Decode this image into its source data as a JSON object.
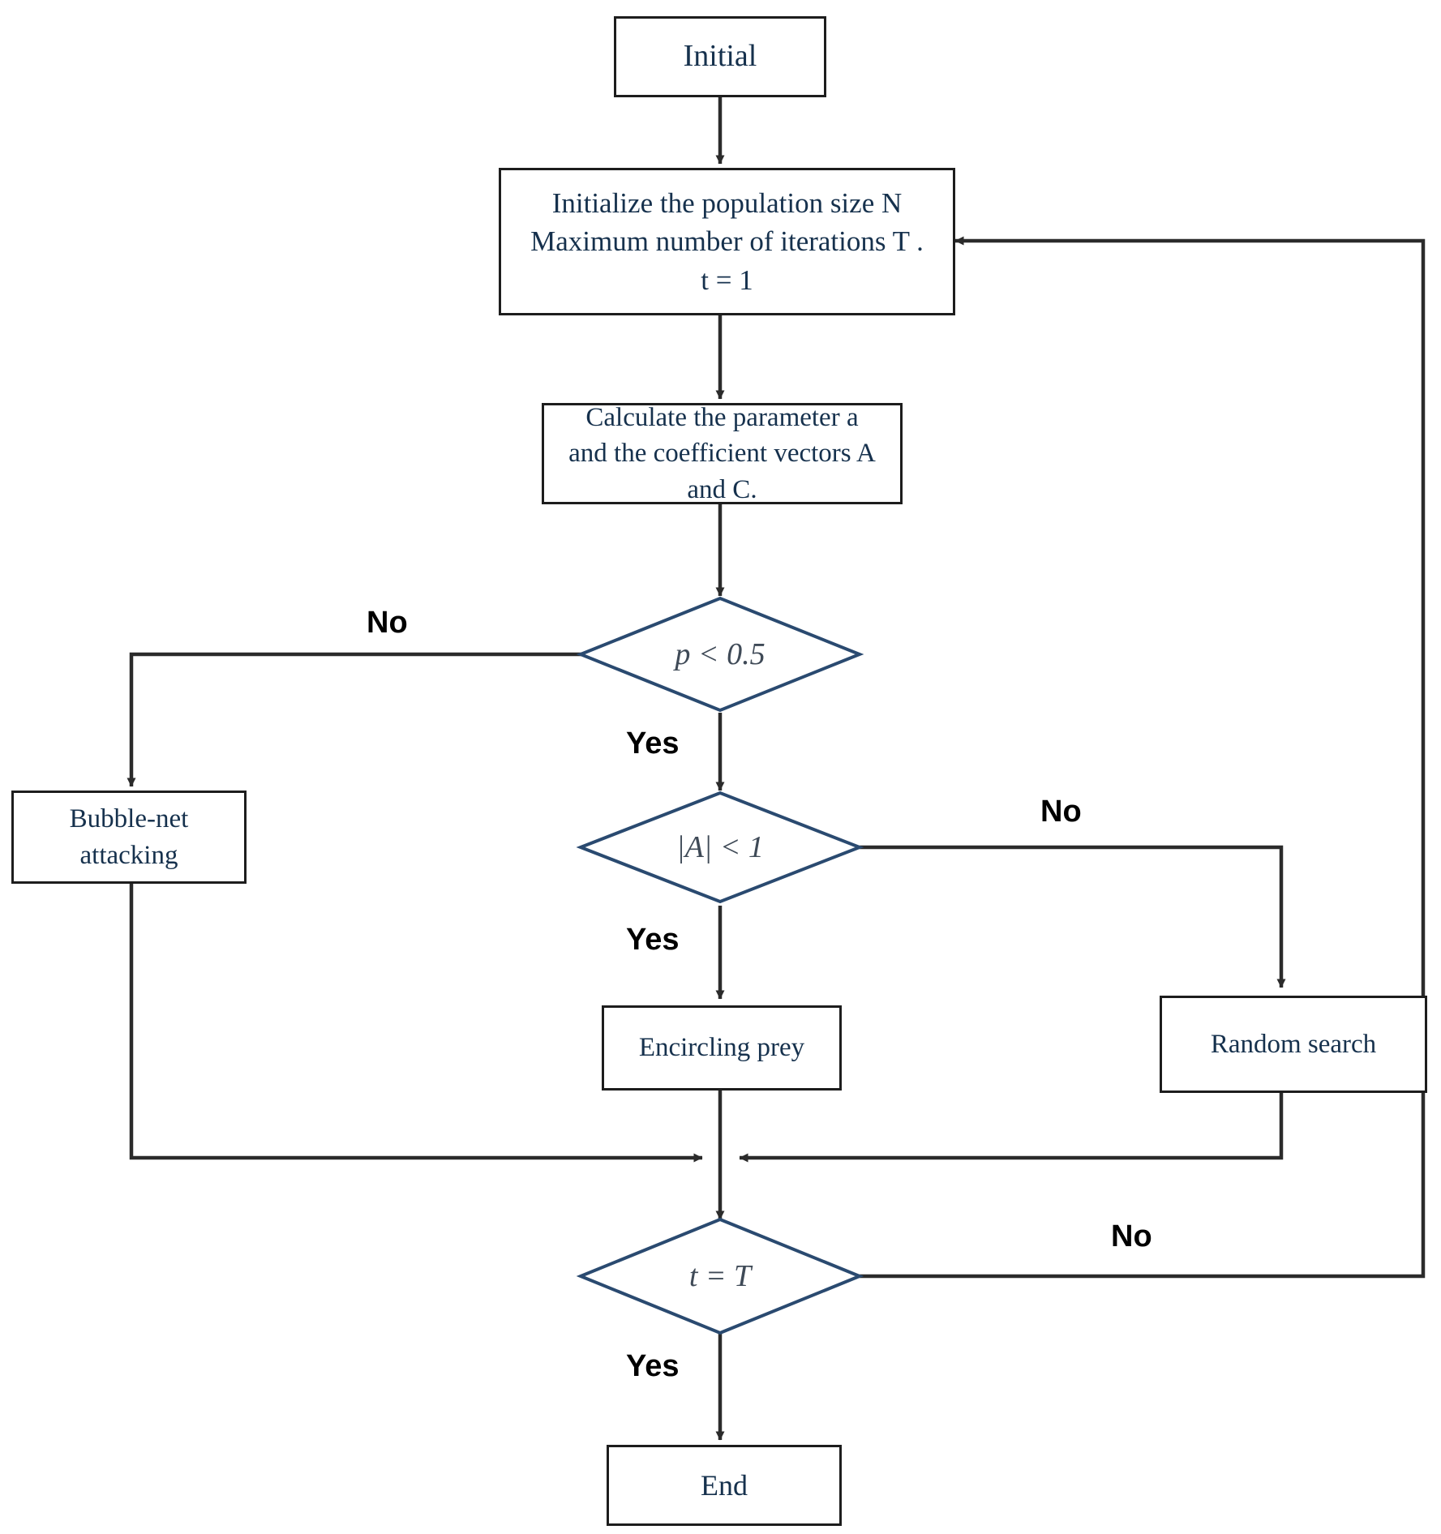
{
  "diagram": {
    "title": "Whale Optimization Algorithm flowchart",
    "colors": {
      "box_border": "#1d1d1d",
      "diamond_border": "#2a4a70",
      "box_text": "#16314d",
      "diamond_text": "#3f4a57",
      "edge": "#2b2b2b",
      "label_text": "#000000",
      "background": "#ffffff"
    },
    "nodes": [
      {
        "id": "initial",
        "type": "process",
        "label": "Initial"
      },
      {
        "id": "init_params",
        "type": "process",
        "label": "Initialize the population size  N\nMaximum number of iterations  T .\nt = 1"
      },
      {
        "id": "calc_params",
        "type": "process",
        "label": "Calculate the parameter a\nand the coefficient vectors A\nand C."
      },
      {
        "id": "p_lt_half",
        "type": "decision",
        "label": "p < 0.5"
      },
      {
        "id": "abs_a_lt_1",
        "type": "decision",
        "label": "|A| < 1"
      },
      {
        "id": "bubble_net",
        "type": "process",
        "label": "Bubble-net\nattacking"
      },
      {
        "id": "encircling",
        "type": "process",
        "label": "Encircling prey"
      },
      {
        "id": "random_search",
        "type": "process",
        "label": "Random search"
      },
      {
        "id": "t_eq_T",
        "type": "decision",
        "label": "t = T"
      },
      {
        "id": "end",
        "type": "process",
        "label": "End"
      }
    ],
    "edge_labels": {
      "p_no": "No",
      "p_yes": "Yes",
      "a_no": "No",
      "a_yes": "Yes",
      "t_no": "No",
      "t_yes": "Yes"
    },
    "edges": [
      {
        "from": "initial",
        "to": "init_params",
        "label": ""
      },
      {
        "from": "init_params",
        "to": "calc_params",
        "label": ""
      },
      {
        "from": "calc_params",
        "to": "p_lt_half",
        "label": ""
      },
      {
        "from": "p_lt_half",
        "to": "bubble_net",
        "label": "No"
      },
      {
        "from": "p_lt_half",
        "to": "abs_a_lt_1",
        "label": "Yes"
      },
      {
        "from": "abs_a_lt_1",
        "to": "random_search",
        "label": "No"
      },
      {
        "from": "abs_a_lt_1",
        "to": "encircling",
        "label": "Yes"
      },
      {
        "from": "bubble_net",
        "to": "t_eq_T",
        "label": ""
      },
      {
        "from": "encircling",
        "to": "t_eq_T",
        "label": ""
      },
      {
        "from": "random_search",
        "to": "t_eq_T",
        "label": ""
      },
      {
        "from": "t_eq_T",
        "to": "init_params",
        "label": "No"
      },
      {
        "from": "t_eq_T",
        "to": "end",
        "label": "Yes"
      }
    ]
  }
}
